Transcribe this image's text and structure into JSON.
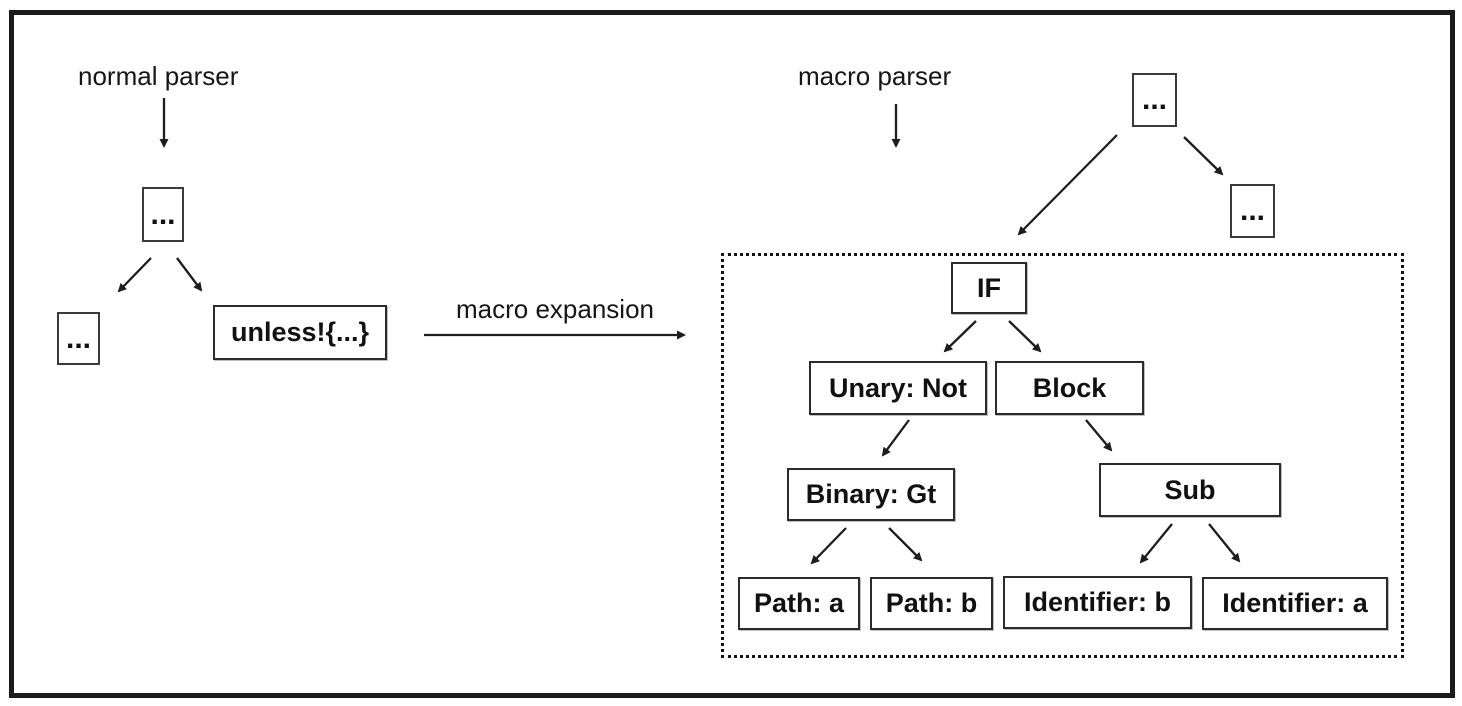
{
  "colors": {
    "ink": "#1d1d1d",
    "background": "#ffffff",
    "box_border": "#2b2b2b"
  },
  "annotations": {
    "normal_parser": "normal parser",
    "macro_parser": "macro parser",
    "macro_expansion": "macro expansion"
  },
  "nodes": {
    "normal_root": {
      "label": "..."
    },
    "normal_left_child": {
      "label": "..."
    },
    "macro_call": {
      "label": "unless!{...}"
    },
    "macro_root": {
      "label": "..."
    },
    "macro_sibling": {
      "label": "..."
    },
    "if_node": {
      "label": "IF"
    },
    "unary_not": {
      "label": "Unary: Not"
    },
    "block": {
      "label": "Block"
    },
    "binary_gt": {
      "label": "Binary: Gt"
    },
    "sub": {
      "label": "Sub"
    },
    "path_a": {
      "label": "Path: a"
    },
    "path_b": {
      "label": "Path: b"
    },
    "identifier_b": {
      "label": "Identifier: b"
    },
    "identifier_a": {
      "label": "Identifier: a"
    }
  },
  "edges": [
    {
      "from": "normal_root",
      "to": "normal_left_child"
    },
    {
      "from": "normal_root",
      "to": "macro_call"
    },
    {
      "from": "macro_root",
      "to": "if_node"
    },
    {
      "from": "macro_root",
      "to": "macro_sibling"
    },
    {
      "from": "if_node",
      "to": "unary_not"
    },
    {
      "from": "if_node",
      "to": "block"
    },
    {
      "from": "unary_not",
      "to": "binary_gt"
    },
    {
      "from": "block",
      "to": "sub"
    },
    {
      "from": "binary_gt",
      "to": "path_a"
    },
    {
      "from": "binary_gt",
      "to": "path_b"
    },
    {
      "from": "sub",
      "to": "identifier_b"
    },
    {
      "from": "sub",
      "to": "identifier_a"
    }
  ]
}
